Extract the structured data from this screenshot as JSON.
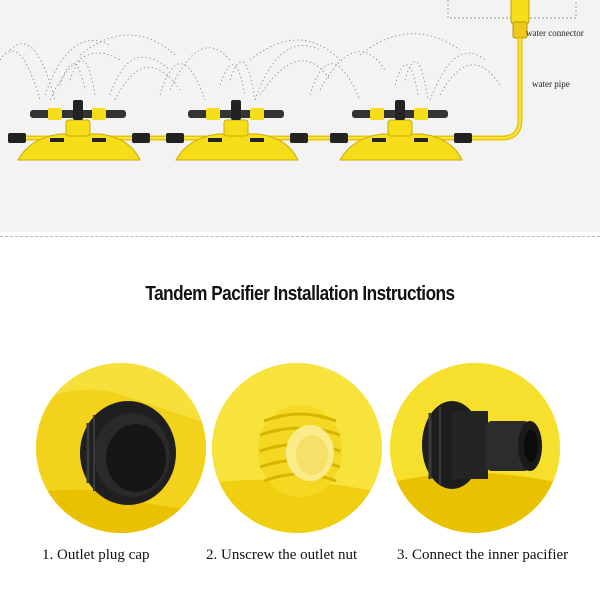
{
  "diagram": {
    "water_connector_label": "water connector",
    "water_pipe_label": "water pipe"
  },
  "title": "Tandem Pacifier Installation Instructions",
  "steps": [
    {
      "caption": "1. Outlet plug cap"
    },
    {
      "caption": "2. Unscrew the outlet nut"
    },
    {
      "caption": "3. Connect the inner pacifier"
    }
  ],
  "colors": {
    "body_yellow": "#f6dd1a",
    "part_black": "#1b1b1b",
    "background_top": "#f3f3f4"
  }
}
